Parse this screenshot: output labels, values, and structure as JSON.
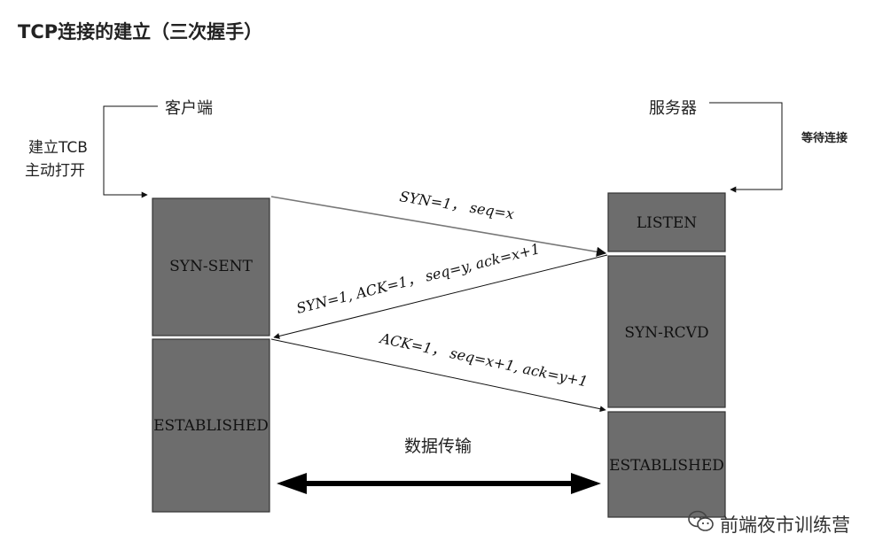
{
  "title": "TCP连接的建立（三次握手）",
  "client": {
    "label": "客户端",
    "action_line1": "建立TCB",
    "action_line2": "主动打开",
    "states": [
      "SYN-SENT",
      "ESTABLISHED"
    ]
  },
  "server": {
    "label": "服务器",
    "action": "等待连接",
    "states": [
      "LISTEN",
      "SYN-RCVD",
      "ESTABLISHED"
    ]
  },
  "messages": {
    "syn": "SYN=1， seq=x",
    "syn_ack": "SYN=1, ACK=1， seq=y, ack=x+1",
    "ack": "ACK=1， seq=x+1, ack=y+1"
  },
  "data_transfer": "数据传输",
  "watermark": "前端夜市训练营",
  "icons": [
    "wechat-icon"
  ]
}
